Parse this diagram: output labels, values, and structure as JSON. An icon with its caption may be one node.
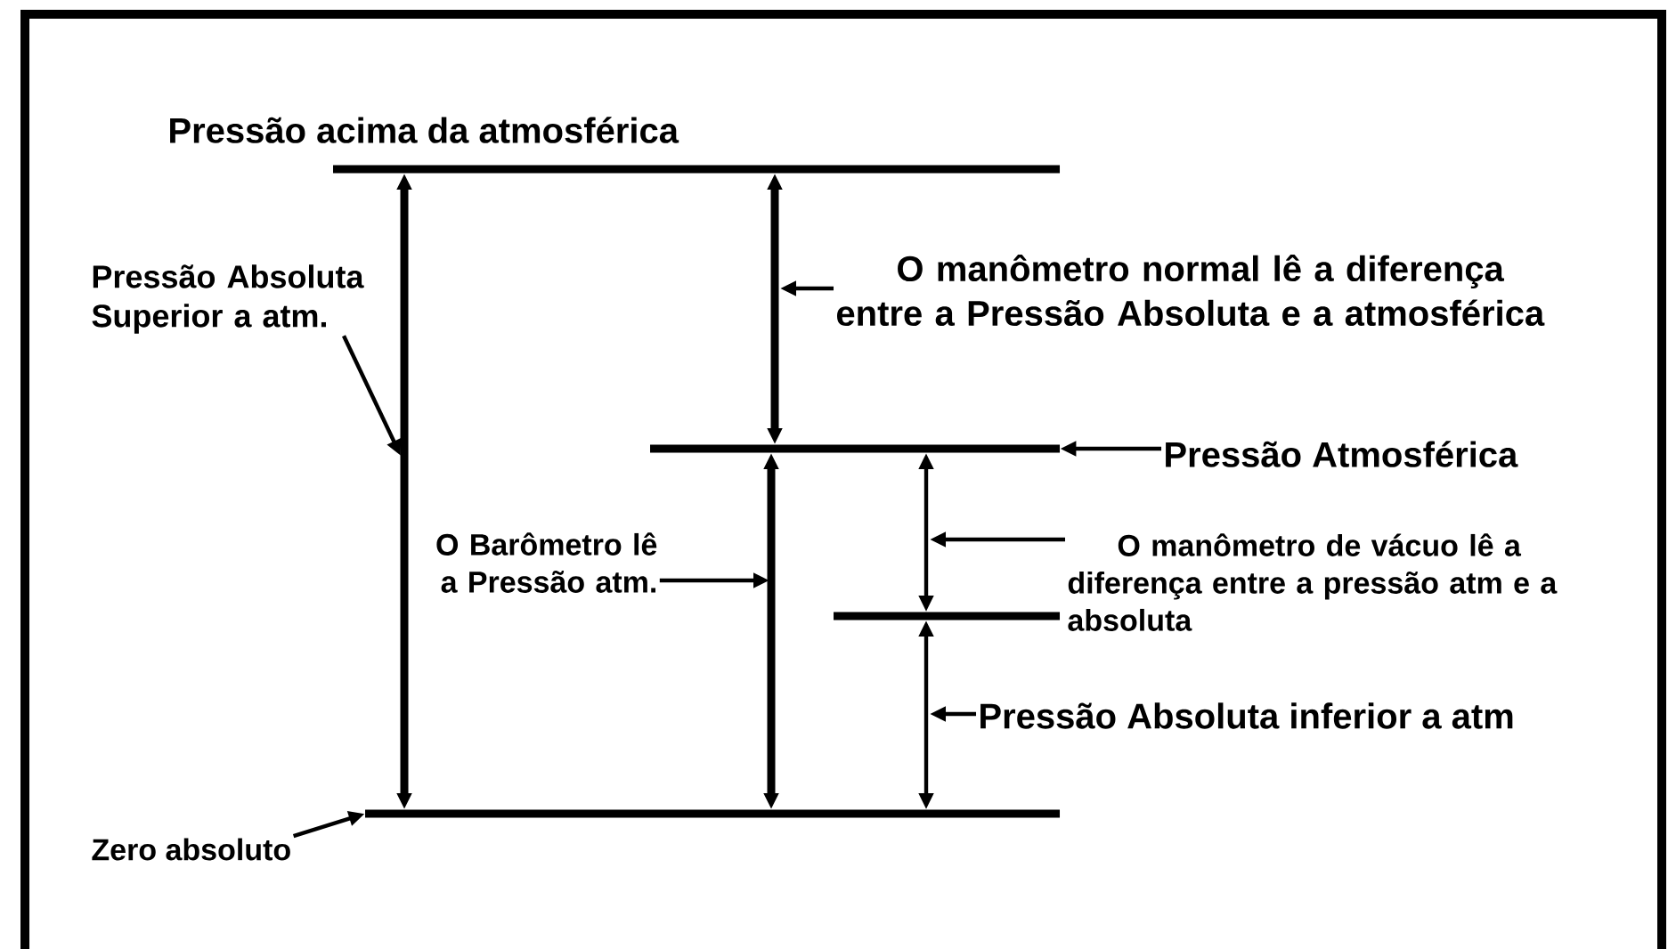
{
  "diagram": {
    "nodes": [
      {
        "text": [],
        "shape": "bar"
      },
      {
        "text": [],
        "shape": "bar"
      },
      {
        "text": [],
        "shape": "bar"
      },
      {
        "text": [],
        "shape": "bar"
      },
      {
        "text": [
          "Pressão Absoluta Superior a atm."
        ]
      },
      {
        "text": [
          "O manômetro normal lê a diferença entre a Pressão Absoluta e a atmosférica"
        ]
      },
      {
        "text": [
          "Pressão Atmosférica"
        ]
      },
      {
        "text": [
          "O Barômetro lê a Pressão atm."
        ]
      },
      {
        "text": [
          "O manômetro de vácuo lê a diferença entre a pressão atm e a absoluta"
        ]
      },
      {
        "text": [
          "Pressão Absoluta inferior a atm"
        ]
      },
      {
        "text": [
          "Zero absoluto"
        ]
      }
    ],
    "edges": [
      {
        "from": 3,
        "to": 0,
        "arrow": "both",
        "style": "thick"
      },
      {
        "from": 1,
        "to": 0,
        "arrow": "both",
        "style": "thick"
      },
      {
        "from": 3,
        "to": 1,
        "arrow": "both",
        "style": "thick"
      },
      {
        "from": 2,
        "to": 1,
        "arrow": "both"
      },
      {
        "from": 3,
        "to": 2,
        "arrow": "both"
      },
      {
        "from": 4,
        "to": null,
        "arrow": "to"
      },
      {
        "from": 5,
        "to": null,
        "arrow": "to"
      },
      {
        "from": 6,
        "to": 1,
        "arrow": "to"
      },
      {
        "from": 7,
        "to": null,
        "arrow": "to"
      },
      {
        "from": 8,
        "to": null,
        "arrow": "to"
      },
      {
        "from": 9,
        "to": null,
        "arrow": "to"
      },
      {
        "from": 10,
        "to": 3,
        "arrow": "to"
      }
    ],
    "labels": [
      "Pressão acima da atmosférica"
    ]
  }
}
